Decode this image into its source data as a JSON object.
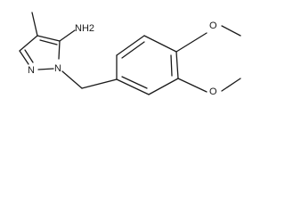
{
  "molecule": {
    "atoms": {
      "amine": "NH2",
      "ring_n1": "N",
      "ring_n2": "N",
      "methoxy_top_o": "O",
      "methoxy_bottom_o": "O"
    }
  }
}
